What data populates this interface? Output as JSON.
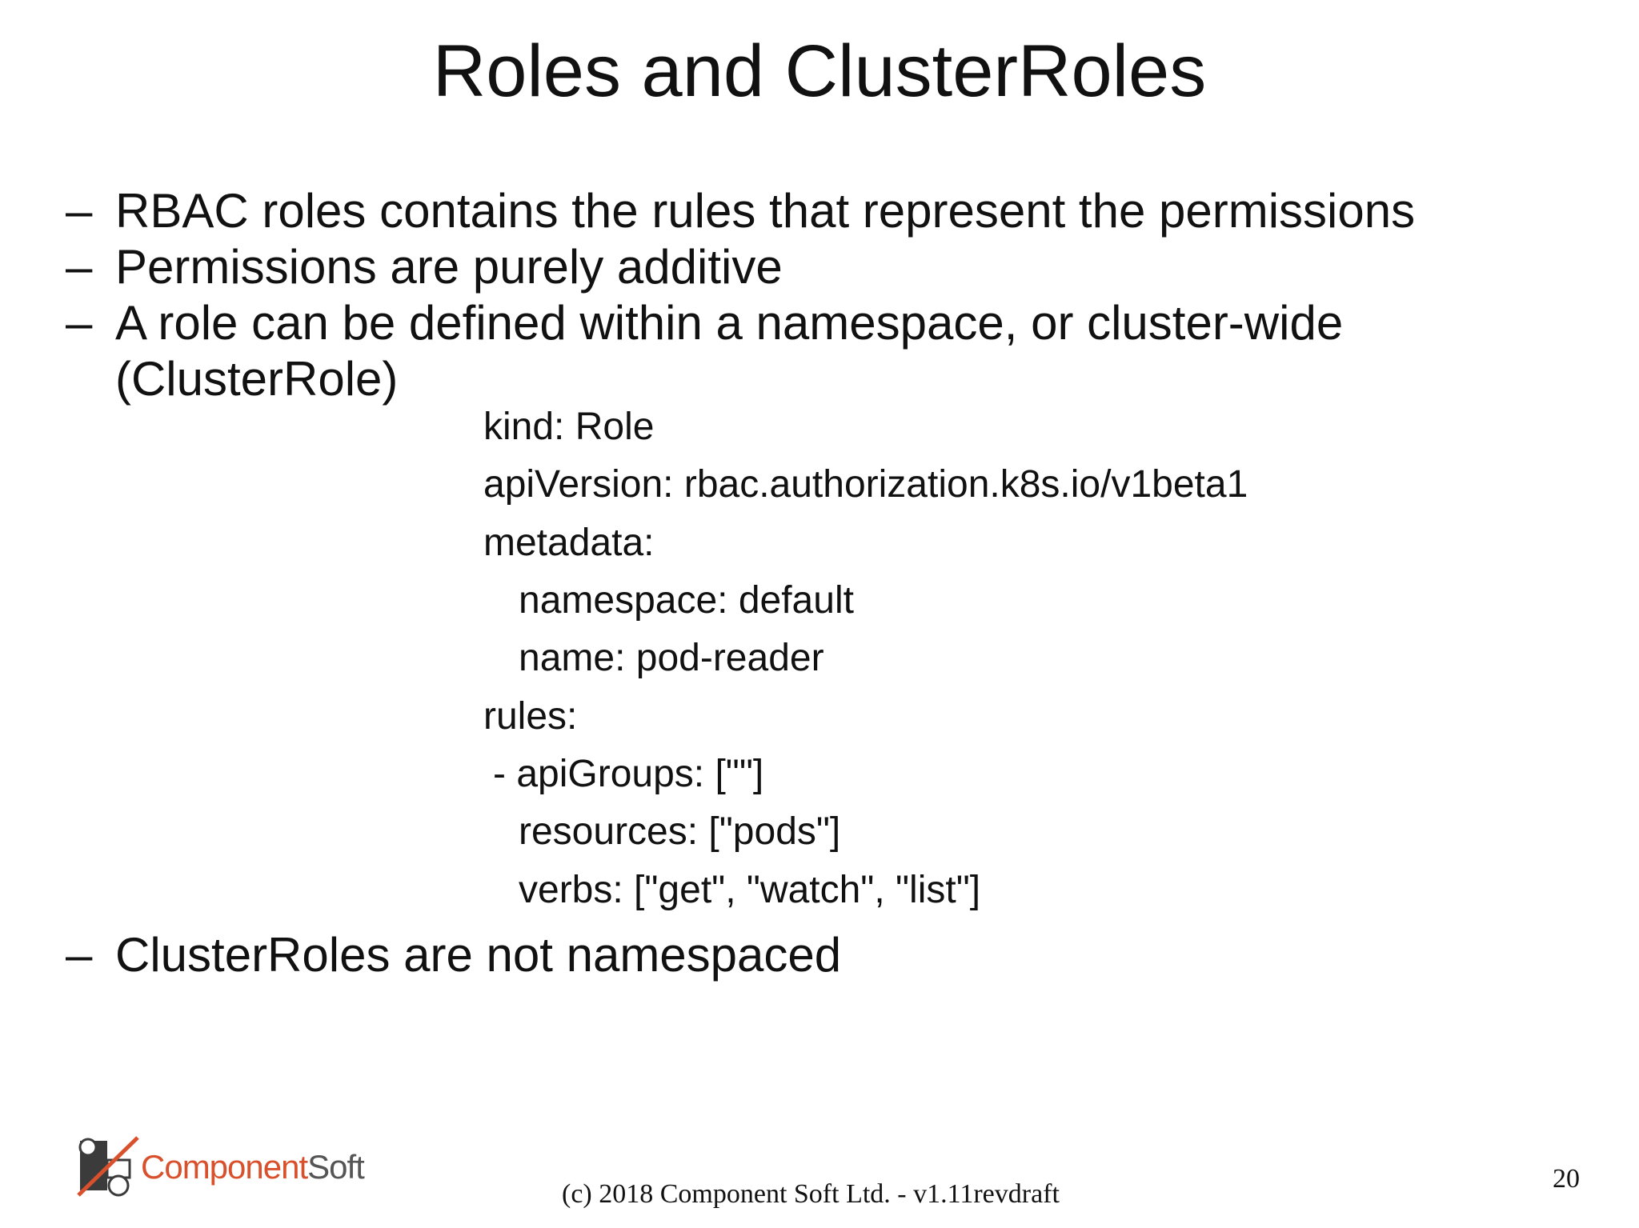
{
  "slide": {
    "title": "Roles and ClusterRoles",
    "bullets": [
      {
        "dash": "–",
        "lines": [
          "RBAC roles contains the rules that represent the permissions"
        ]
      },
      {
        "dash": "–",
        "lines": [
          "Permissions are purely additive"
        ]
      },
      {
        "dash": "–",
        "lines": [
          "A role can be defined within a namespace, or cluster-wide",
          "(ClusterRole)"
        ]
      },
      {
        "dash": "–",
        "lines": [
          "ClusterRoles are not namespaced"
        ]
      }
    ],
    "code": [
      "kind: Role",
      "apiVersion: rbac.authorization.k8s.io/v1beta1",
      "metadata:",
      "namespace: default",
      "name: pod-reader",
      "rules:",
      "- apiGroups: [\"\"]",
      "resources: [\"pods\"]",
      "verbs: [\"get\", \"watch\", \"list\"]"
    ]
  },
  "footer": {
    "copyright": "(c) 2018 Component Soft Ltd. - v1.11revdraft",
    "page_number": "20"
  },
  "logo": {
    "word_part1": "Component",
    "word_part2": "Soft",
    "accent_color": "#d9512c",
    "text_color": "#555555"
  }
}
